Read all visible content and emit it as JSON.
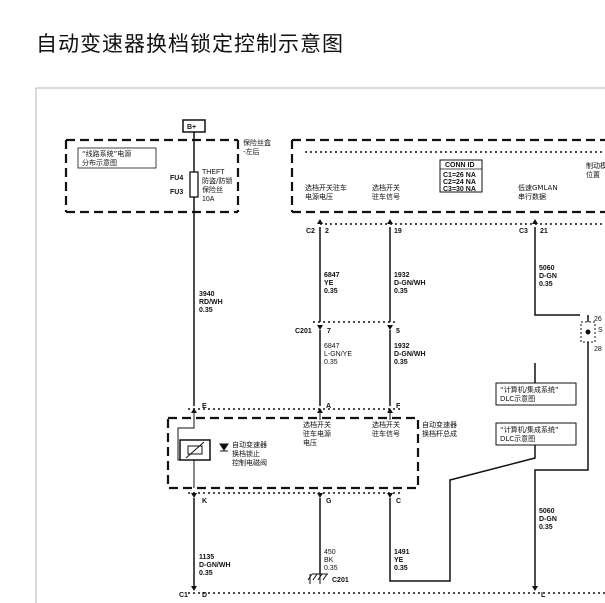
{
  "title": "自动变速器换档锁定控制示意图",
  "power": {
    "label": "B+"
  },
  "fuse_box": {
    "ref_label": [
      "“线路系统”电源",
      "分布示意图"
    ],
    "name": [
      "保险丝盒",
      "-左后"
    ],
    "fuse_ids": [
      "FU4",
      "FU3"
    ],
    "fuse_desc": [
      "THEFT",
      "防盗/防锁",
      "保险丝",
      "10A"
    ]
  },
  "module_top": {
    "conn_id": {
      "title": "CONN ID",
      "rows": [
        "C1=26 NA",
        "C2=24 NA",
        "C3=30 NA"
      ]
    },
    "side_label": [
      "制动模",
      "位置"
    ],
    "pins": [
      {
        "label": [
          "选档开关驻车",
          "电源电压"
        ],
        "conn": "C2",
        "pin": "2"
      },
      {
        "label": [
          "选档开关",
          "驻车信号"
        ],
        "pin": "19"
      },
      {
        "label": [
          "低速GMLAN",
          "串行数据"
        ],
        "conn": "C3",
        "pin": "21"
      }
    ]
  },
  "wires": [
    {
      "circuit": "3940",
      "color": "RD/WH",
      "size": "0.35"
    },
    {
      "circuit": "6847",
      "color": "YE",
      "size": "0.35"
    },
    {
      "circuit": "1932",
      "color": "D-GN/WH",
      "size": "0.35"
    },
    {
      "circuit": "5060",
      "color": "D-GN",
      "size": "0.35"
    },
    {
      "circuit": "6847",
      "color": "L-GN/YE",
      "size": "0.35"
    },
    {
      "circuit": "1932",
      "color": "D-GN/WH",
      "size": "0.35"
    },
    {
      "circuit": "1135",
      "color": "D-GN/WH",
      "size": "0.35"
    },
    {
      "circuit": "450",
      "color": "BK",
      "size": "0.35"
    },
    {
      "circuit": "1491",
      "color": "YE",
      "size": "0.35"
    },
    {
      "circuit": "5060",
      "color": "D-GN",
      "size": "0.35"
    }
  ],
  "c201": {
    "label": "C201",
    "pins": [
      "7",
      "5"
    ]
  },
  "ground": {
    "label": "C201"
  },
  "splice": {
    "pins": [
      "26",
      "28"
    ],
    "partial_label": "S"
  },
  "dlc_refs": [
    [
      "“计算机/集成系统”",
      "DLC示意图"
    ],
    [
      "“计算机/集成系统”",
      "DLC示意图"
    ]
  ],
  "shifter": {
    "name": [
      "自动变速器",
      "换档杆总成"
    ],
    "pins_top": [
      "E",
      "A",
      "F"
    ],
    "labels": [
      [
        "选档开关",
        "驻车电源",
        "电压"
      ],
      [
        "选档开关",
        "驻车信号"
      ]
    ],
    "solenoid": [
      "自动变速器",
      "换档锁止",
      "控制电磁阀"
    ],
    "pins_bottom": [
      "K",
      "G",
      "C"
    ]
  },
  "bottom": {
    "conn": "C1",
    "pins": [
      "D",
      "L"
    ]
  }
}
